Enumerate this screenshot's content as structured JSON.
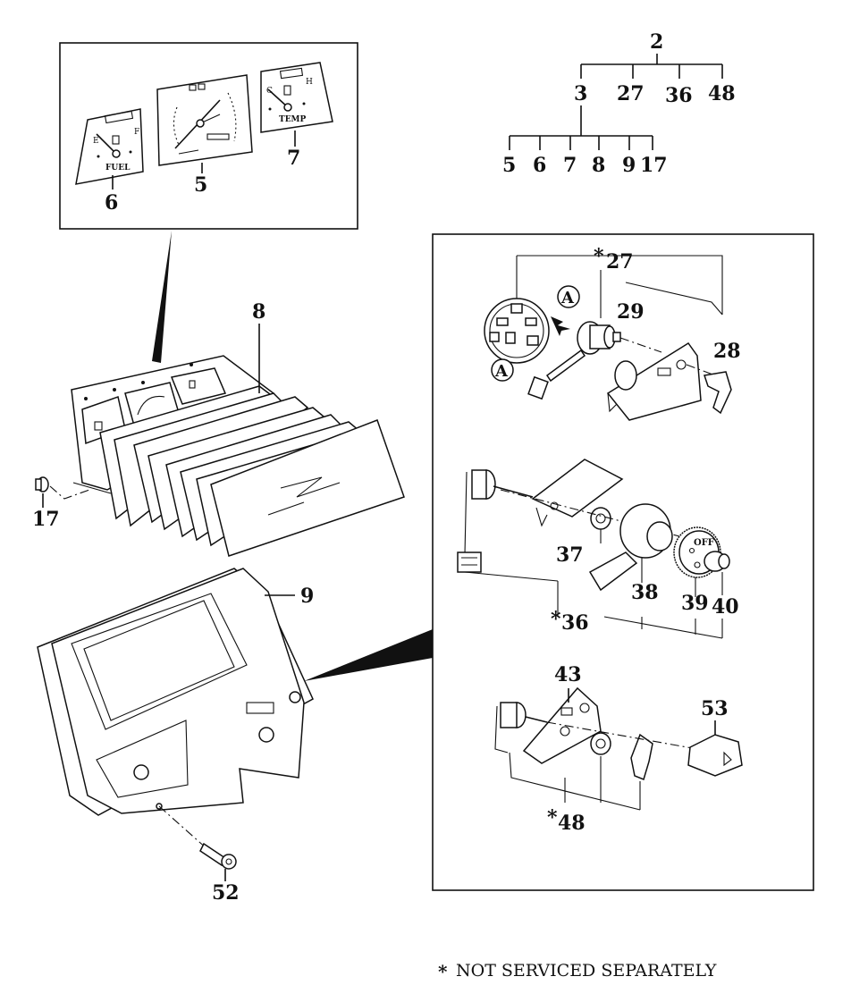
{
  "tree": {
    "root": "2",
    "level1": [
      "3",
      "27",
      "36",
      "48"
    ],
    "level2": [
      "5",
      "6",
      "7",
      "8",
      "9",
      "17"
    ]
  },
  "gauge_labels": {
    "fuel": "FUEL",
    "fuel_e": "E",
    "fuel_f": "F",
    "temp": "TEMP",
    "temp_c": "C",
    "temp_h": "H"
  },
  "switch_labels": {
    "off": "OFF",
    "callout_a": "A"
  },
  "parts": {
    "p5": "5",
    "p6": "6",
    "p7": "7",
    "p8": "8",
    "p9": "9",
    "p17": "17",
    "p27": "27",
    "p28": "28",
    "p29": "29",
    "p36": "36",
    "p37": "37",
    "p38": "38",
    "p39": "39",
    "p40": "40",
    "p43": "43",
    "p48": "48",
    "p52": "52",
    "p53": "53"
  },
  "asterisk": "*",
  "footnote": {
    "star": "*",
    "text": "NOT  SERVICED SEPARATELY"
  },
  "colors": {
    "ink": "#111111",
    "paper": "#ffffff"
  }
}
